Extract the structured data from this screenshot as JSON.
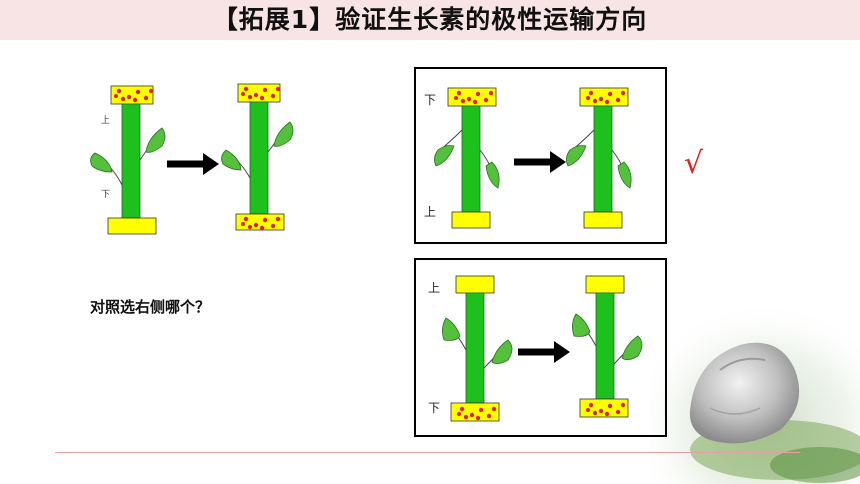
{
  "title": "【拓展1】验证生长素的极性运输方向",
  "question": "对照选右侧哪个？",
  "check_mark": "√",
  "left_diagram": {
    "upper_label": "上",
    "lower_label": "下"
  },
  "box1": {
    "upper_label": "下",
    "lower_label": "上"
  },
  "box2": {
    "upper_label": "上",
    "lower_label": "下"
  },
  "colors": {
    "stem": "#1ec01e",
    "block": "#ffff00",
    "dot": "#e0221f",
    "arrow": "#000000",
    "check": "#e0221f"
  }
}
